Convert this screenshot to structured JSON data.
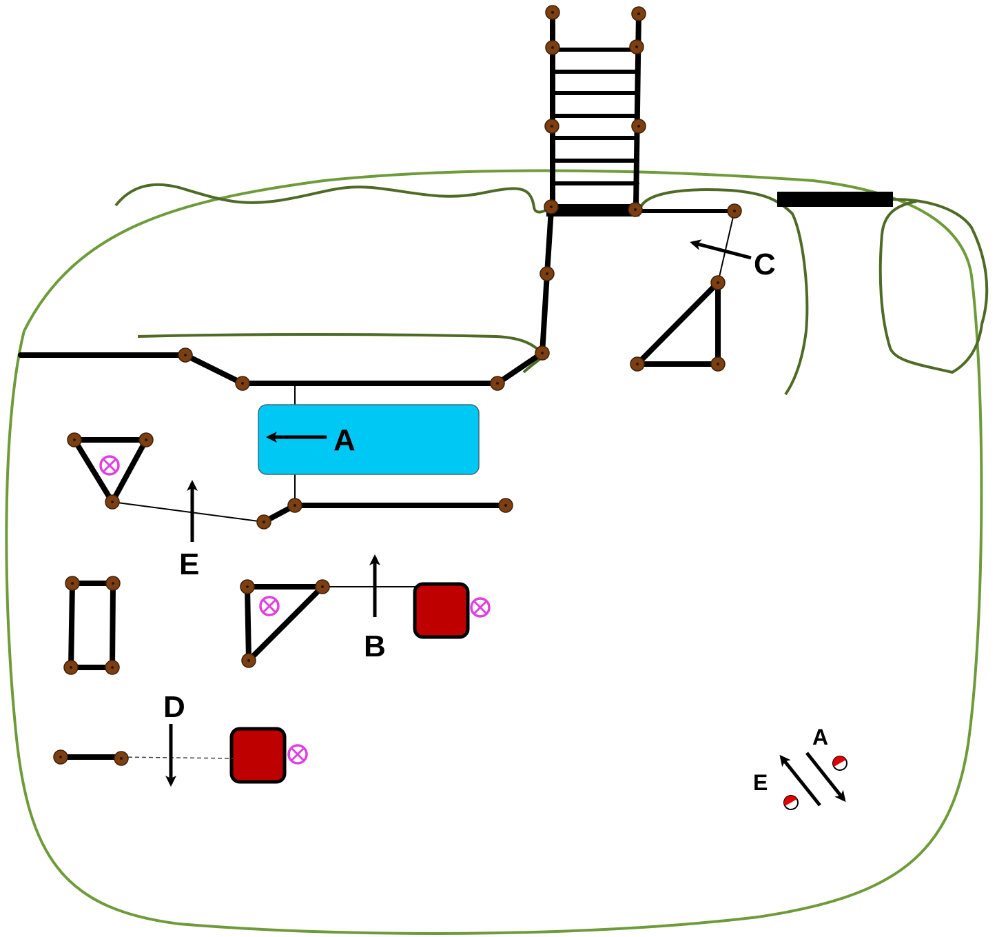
{
  "colors": {
    "background": "#ffffff",
    "outline_green": "#6e9b3a",
    "vine_dark_green": "#4e6a25",
    "node_brown": "#7b3f12",
    "rect_cyan": "#00c8f5",
    "block_red": "#be0000",
    "symbol_magenta": "#e040e0"
  },
  "labels": {
    "a": "A",
    "b": "B",
    "c": "C",
    "d": "D",
    "e": "E",
    "legend_a": "A",
    "legend_e": "E"
  },
  "icons": {
    "node": "circle-dot-icon",
    "cross_symbol": "circled-x-icon",
    "legend_marker": "half-red-circle-icon",
    "arrow": "arrow-icon"
  }
}
